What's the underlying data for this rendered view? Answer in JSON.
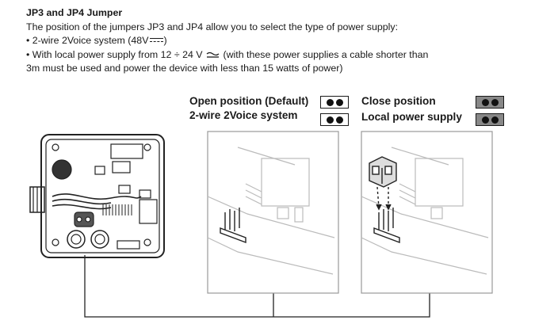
{
  "heading": "JP3 and JP4 Jumper",
  "intro": "The position of the jumpers JP3 and JP4 allow you to select the type of power supply:",
  "bullet_1_text": "• 2-wire 2Voice system (48V",
  "bullet_1_close": ")",
  "bullet_2_prefix": "• With local  power supply from 12 ÷ 24 V",
  "bullet_2_suffix": " (with these power supplies a cable shorter than",
  "bullet_2_line2": "3m must be used and power the device with less than 15 watts of power)",
  "open_position_label": "Open position (Default)",
  "two_wire_label": "2-wire 2Voice system",
  "close_position_label": "Close position",
  "local_power_label": "Local power supply",
  "icons": {
    "dc": "dc-voltage-symbol",
    "acdc": "ac-dc-voltage-symbol",
    "jumper_open": "jumper-open-icon",
    "jumper_closed": "jumper-closed-icon"
  },
  "colors": {
    "text": "#1a1a1a",
    "jumper_closed_fill": "#888888",
    "line": "#222222"
  }
}
